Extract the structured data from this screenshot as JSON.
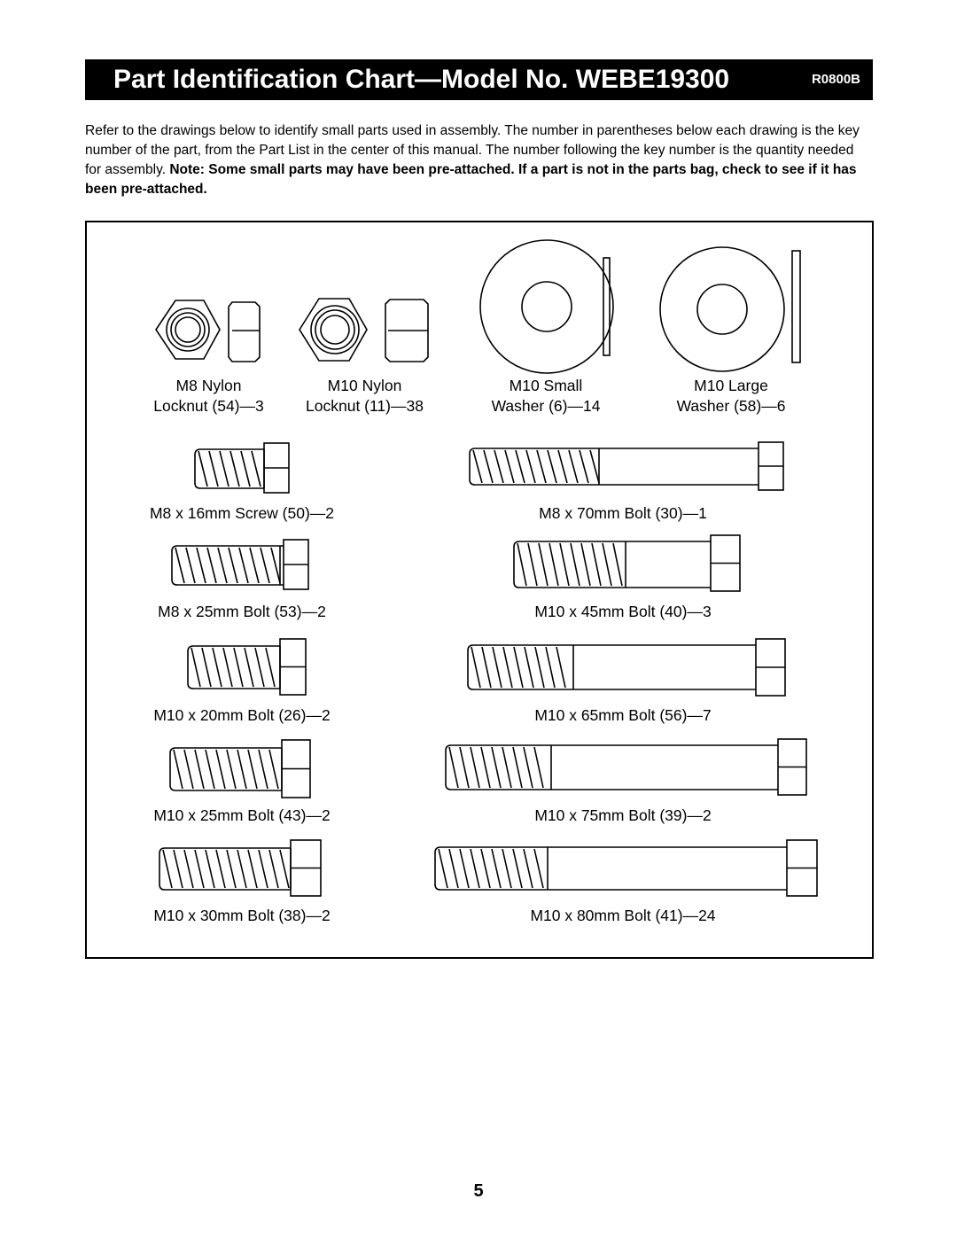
{
  "header": {
    "title": "Part Identification Chart—Model No. WEBE19300",
    "code": "R0800B"
  },
  "intro": {
    "text": "Refer to the drawings below to identify small parts used in assembly. The number in parentheses below each drawing is the key number of the part, from the Part List in the center of this manual. The number following the key number is the quantity needed for assembly. ",
    "note": "Note: Some small parts may have been pre-attached. If a part is not in the parts bag, check to see if it has been pre-attached."
  },
  "parts": {
    "m8_locknut": {
      "line1": "M8 Nylon",
      "line2": "Locknut (54)—3",
      "icon": "nylon-locknut-icon"
    },
    "m10_locknut": {
      "line1": "M10 Nylon",
      "line2": "Locknut (11)—38",
      "icon": "nylon-locknut-icon"
    },
    "m10_small_washer": {
      "line1": "M10 Small",
      "line2": "Washer (6)—14",
      "icon": "washer-icon"
    },
    "m10_large_washer": {
      "line1": "M10 Large",
      "line2": "Washer (58)—6",
      "icon": "washer-icon"
    },
    "m8x16_screw": {
      "label": "M8 x 16mm Screw (50)—2",
      "icon": "bolt-icon"
    },
    "m8x70_bolt": {
      "label": "M8 x 70mm Bolt (30)—1",
      "icon": "bolt-icon"
    },
    "m8x25_bolt": {
      "label": "M8 x 25mm Bolt (53)—2",
      "icon": "bolt-icon"
    },
    "m10x45_bolt": {
      "label": "M10 x 45mm Bolt (40)—3",
      "icon": "bolt-icon"
    },
    "m10x20_bolt": {
      "label": "M10 x 20mm Bolt (26)—2",
      "icon": "bolt-icon"
    },
    "m10x65_bolt": {
      "label": "M10 x 65mm Bolt (56)—7",
      "icon": "bolt-icon"
    },
    "m10x25_bolt": {
      "label": "M10 x 25mm Bolt (43)—2",
      "icon": "bolt-icon"
    },
    "m10x75_bolt": {
      "label": "M10 x 75mm Bolt (39)—2",
      "icon": "bolt-icon"
    },
    "m10x30_bolt": {
      "label": "M10 x 30mm Bolt (38)—2",
      "icon": "bolt-icon"
    },
    "m10x80_bolt": {
      "label": "M10 x 80mm Bolt (41)—24",
      "icon": "bolt-icon"
    }
  },
  "page_number": "5"
}
